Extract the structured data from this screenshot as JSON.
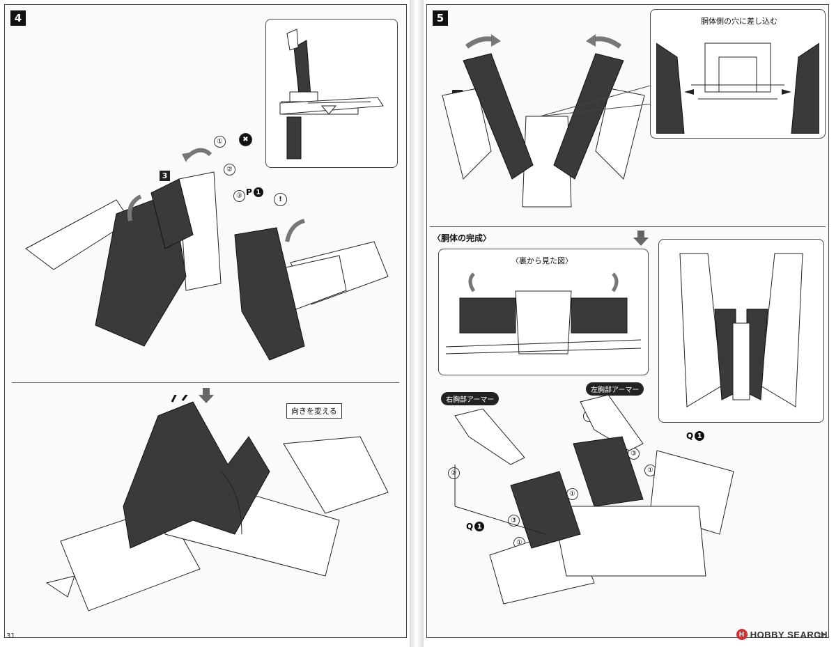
{
  "left_page": {
    "step_number": "4",
    "sub_step": "3",
    "callouts": {
      "c1": "①",
      "c2": "②",
      "c3": "③",
      "part_letter": "P",
      "part_num": "1",
      "remove_mark": "✖",
      "caution_mark": "!"
    },
    "turn_label": "向きを変える",
    "page_number": "31"
  },
  "right_page": {
    "step_number": "5",
    "sub_step": "4",
    "inset_label": "胴体側の穴に差し込む",
    "section_title": "〈胴体の完成〉",
    "back_view_label": "〈裏から見た図〉",
    "right_armor_label": "右胸部アーマー",
    "left_armor_label": "左胸部アーマー",
    "part_q_letter": "Q",
    "part_q_num": "1",
    "callouts": {
      "c1": "①",
      "c2": "②",
      "c3": "③"
    },
    "page_number": "32"
  },
  "watermark": {
    "brand": "HOBBY SEARCH",
    "logo_text": "H"
  },
  "colors": {
    "dark_part": "#3a3a3a",
    "light_part": "#ffffff",
    "line": "#222222",
    "arrow": "#777777"
  }
}
